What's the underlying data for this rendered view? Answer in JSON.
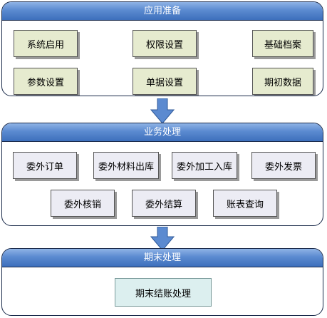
{
  "sections": [
    {
      "title": "应用准备",
      "items": [
        "系统启用",
        "权限设置",
        "基础档案",
        "参数设置",
        "单据设置",
        "期初数据"
      ]
    },
    {
      "title": "业务处理",
      "items": [
        "委外订单",
        "委外材料出库",
        "委外加工入库",
        "委外发票",
        "委外核销",
        "委外结算",
        "账表查询"
      ]
    },
    {
      "title": "期末处理",
      "items": [
        "期末结账处理"
      ]
    }
  ],
  "colors": {
    "header_top": "#8fb3e6",
    "header_bottom": "#3d6fbc",
    "arrow": "#5b8ad0",
    "box_green": "#e6ebcf",
    "box_gray": "#ececf4",
    "box_teal": "#dcefef"
  }
}
